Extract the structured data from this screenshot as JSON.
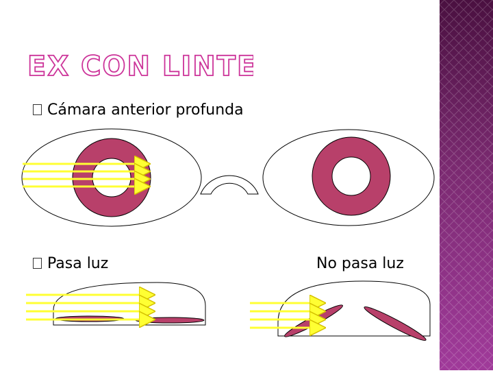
{
  "slide": {
    "title": "EX CON LINTERNA",
    "bullets": [
      {
        "text": "Cámara anterior profunda"
      },
      {
        "text": "Pasa luz"
      }
    ],
    "no_pasa_label": "No pasa luz"
  },
  "colors": {
    "accent_title_outline": "#cc3399",
    "iris": "#b8406a",
    "light": "#ffff33",
    "sidebar_dark": "#4a1040",
    "sidebar_light": "#a03a9a"
  }
}
